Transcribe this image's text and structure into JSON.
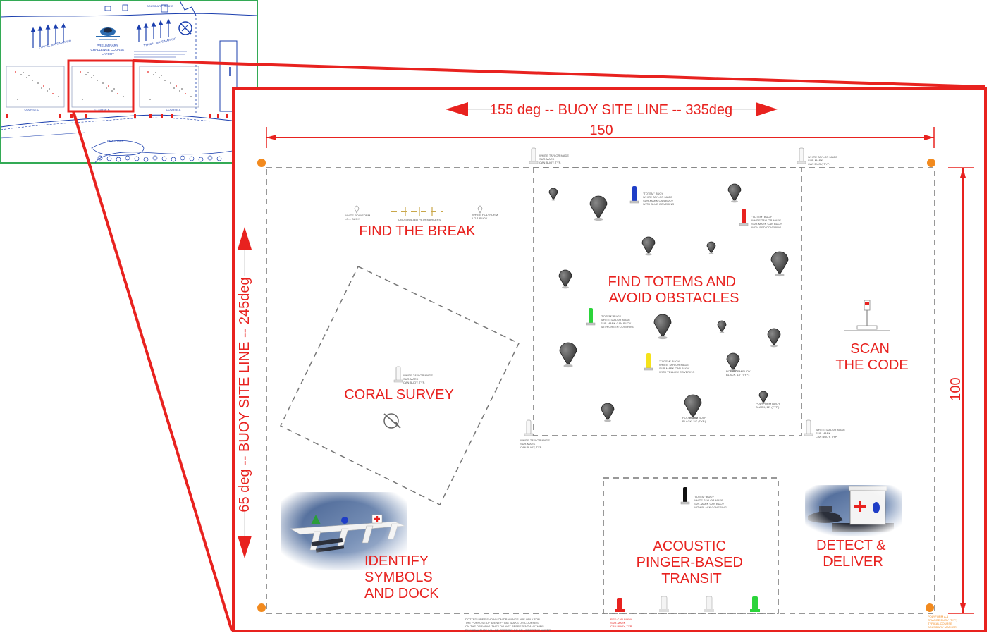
{
  "overview": {
    "title_lines": [
      "PRELIMINARY",
      "CHALLENGE COURSE",
      "LAYOUT"
    ],
    "course_labels": [
      "COURSE C",
      "COURSE B",
      "COURSE A"
    ],
    "top_label": "BOUNDARY ISLAND",
    "track_label": "BMX TRACK",
    "typical_left": "TYPICAL WAVE MARKER",
    "typical_right": "TYPICAL WAVE MARKER"
  },
  "course": {
    "buoy_line_top": "155 deg -- BUOY SITE LINE -- 335deg",
    "buoy_line_side": "65 deg -- BUOY SITE LINE -- 245deg",
    "width_label": "150",
    "height_label": "100"
  },
  "tasks": {
    "find_the_break": [
      "FIND THE BREAK"
    ],
    "totems": [
      "FIND TOTEMS AND",
      "AVOID OBSTACLES"
    ],
    "coral": [
      "CORAL SURVEY"
    ],
    "scan": [
      "SCAN",
      "THE CODE"
    ],
    "dock": [
      "IDENTIFY",
      "SYMBOLS",
      "AND DOCK"
    ],
    "acoustic": [
      "ACOUSTIC",
      "PINGER-BASED",
      "TRANSIT"
    ],
    "detect": [
      "DETECT &",
      "DELIVER"
    ]
  },
  "notes": {
    "can_buoy": [
      "WHITE TAYLOR MADE",
      "SUR-MARK",
      "CAN BUOY, TYP."
    ],
    "polyform_lg": [
      "WHITE POLYFORM",
      "LG-1 BUOY"
    ],
    "polyform_lg_r": [
      "WHITE POLYFORM",
      "LG-1 BUOY"
    ],
    "underwater": [
      "UNDERWATER PATH MARKERS"
    ],
    "totem_blue": [
      "\"TOTEM\" BUOY",
      "WHITE TAYLOR MADE",
      "SUR-MARK CAN BUOY",
      "WITH BLUE COVERING"
    ],
    "totem_red": [
      "\"TOTEM\" BUOY",
      "WHITE TAYLOR MADE",
      "SUR-MARK CAN BUOY",
      "WITH RED COVERING"
    ],
    "totem_green": [
      "\"TOTEM\" BUOY",
      "WHITE TAYLOR MADE",
      "SUR-MARK CAN BUOY",
      "WITH GREEN COVERING"
    ],
    "totem_yellow": [
      "\"TOTEM\" BUOY",
      "WHITE TAYLOR MADE",
      "SUR-MARK CAN BUOY",
      "WITH YELLOW COVERING"
    ],
    "totem_black": [
      "\"TOTEM\" BUOY",
      "WHITE TAYLOR MADE",
      "SUR-MARK CAN BUOY",
      "WITH BLACK COVERING"
    ],
    "poly_18": [
      "POLYFORM BUOY",
      "BLACK, 18\" (TYP.)"
    ],
    "poly_12": [
      "POLYFORM BUOY",
      "BLACK, 12\" (TYP.)"
    ],
    "poly_24": [
      "POLYFORM BUOY",
      "BLACK, 24\" (TYP.)"
    ],
    "dotted": [
      "DOTTED LINES SHOWN ON DRAWINGS ARE ONLY FOR",
      "THE PURPOSE OF IDENTIFYING TASKS OR COURSES",
      "ON THE DRAWING. THEY DO NOT REPRESENT ANYTHING",
      "PHYSICAL THAT WILL BE PRESENT ON OR UNDER THE WATER."
    ],
    "red_can": [
      "RED CAN BUOY",
      "SUR-MARK",
      "CAN BUOY, TYP."
    ],
    "orange_buoy": [
      "POLYFORM A-1",
      "ORANGE BUOY (TYP.)",
      "TYPICAL COURSE",
      "BOUNDARY MARKER"
    ]
  },
  "colors": {
    "highlight": "#e8221f",
    "overview_border": "#33aa55",
    "map_ink": "#1b3fae",
    "obstacle": "#4a4a4a",
    "boundary_marker": "#f28a1e"
  }
}
